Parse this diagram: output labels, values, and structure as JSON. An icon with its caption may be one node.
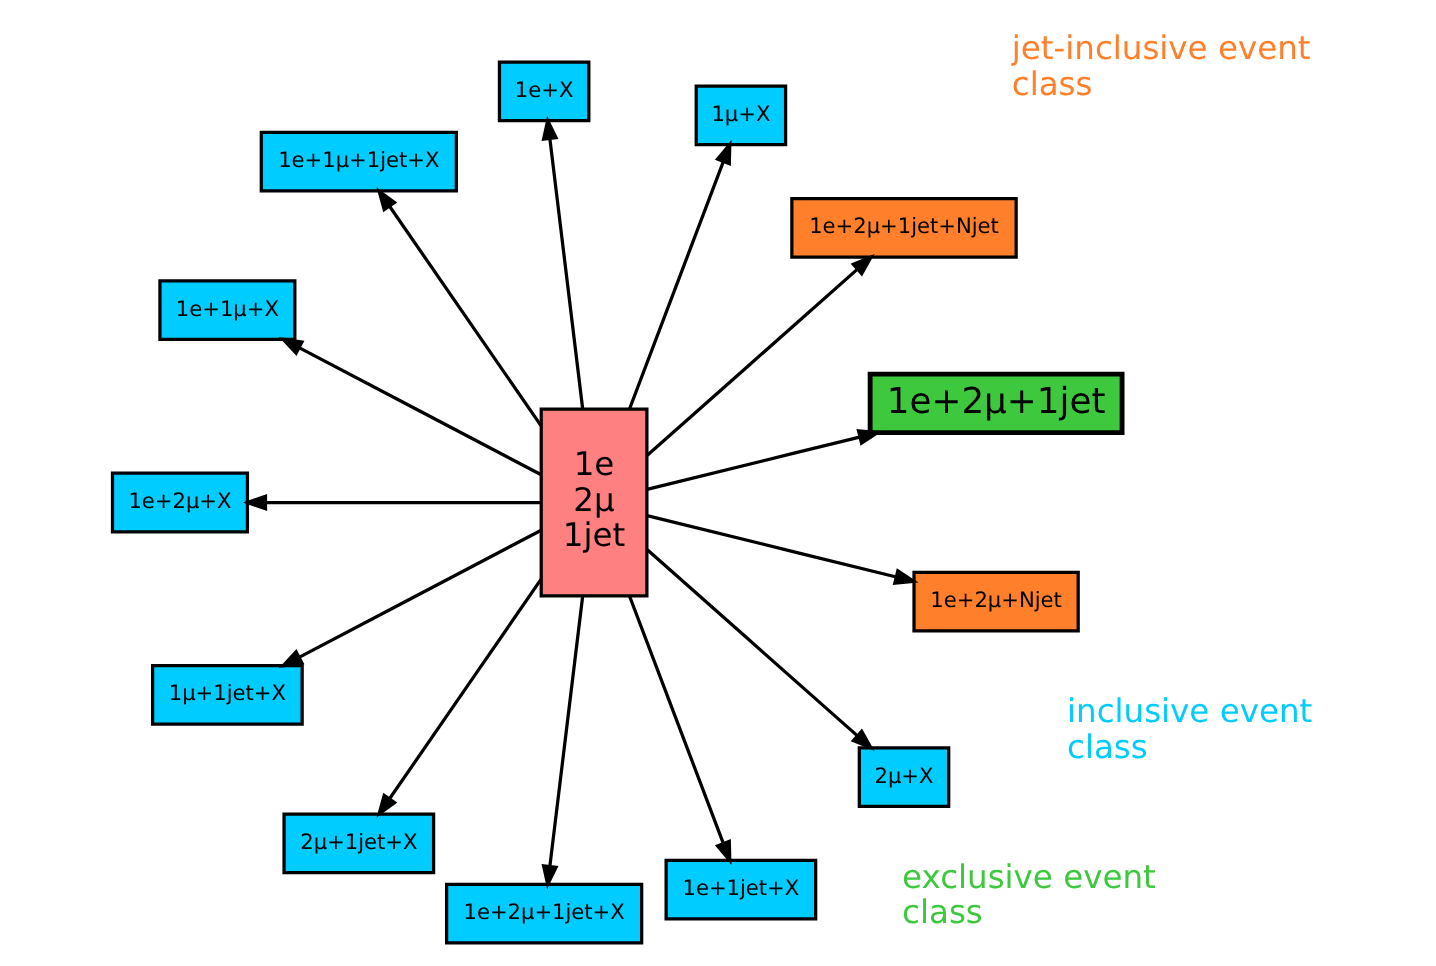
{
  "diagram": {
    "nodes": [
      {
        "text": [
          "1e 2μ 1jet"
        ]
      },
      {
        "text": [
          "1e+2μ+1jet"
        ]
      },
      {
        "text": [
          "1e+2μ+1jet+Njet"
        ]
      },
      {
        "text": [
          "1μ+X"
        ]
      },
      {
        "text": [
          "1e+X"
        ]
      },
      {
        "text": [
          "1e+1μ+1jet+X"
        ]
      },
      {
        "text": [
          "1e+1μ+X"
        ]
      },
      {
        "text": [
          "1e+2μ+X"
        ]
      },
      {
        "text": [
          "1μ+1jet+X"
        ]
      },
      {
        "text": [
          "2μ+1jet+X"
        ]
      },
      {
        "text": [
          "1e+2μ+1jet+X"
        ]
      },
      {
        "text": [
          "1e+1jet+X"
        ]
      },
      {
        "text": [
          "2μ+X"
        ]
      },
      {
        "text": [
          "1e+2μ+Njet"
        ]
      }
    ],
    "edges": [
      {
        "from": 0,
        "to": 1,
        "arrow": "to"
      },
      {
        "from": 0,
        "to": 2,
        "arrow": "to"
      },
      {
        "from": 0,
        "to": 3,
        "arrow": "to"
      },
      {
        "from": 0,
        "to": 4,
        "arrow": "to"
      },
      {
        "from": 0,
        "to": 5,
        "arrow": "to"
      },
      {
        "from": 0,
        "to": 6,
        "arrow": "to"
      },
      {
        "from": 0,
        "to": 7,
        "arrow": "to"
      },
      {
        "from": 0,
        "to": 8,
        "arrow": "to"
      },
      {
        "from": 0,
        "to": 9,
        "arrow": "to"
      },
      {
        "from": 0,
        "to": 10,
        "arrow": "to"
      },
      {
        "from": 0,
        "to": 11,
        "arrow": "to"
      },
      {
        "from": 0,
        "to": 12,
        "arrow": "to"
      },
      {
        "from": 0,
        "to": 13,
        "arrow": "to"
      }
    ],
    "labels": [
      "jet-inclusive event class",
      "exclusive event class",
      "inclusive event class"
    ]
  }
}
